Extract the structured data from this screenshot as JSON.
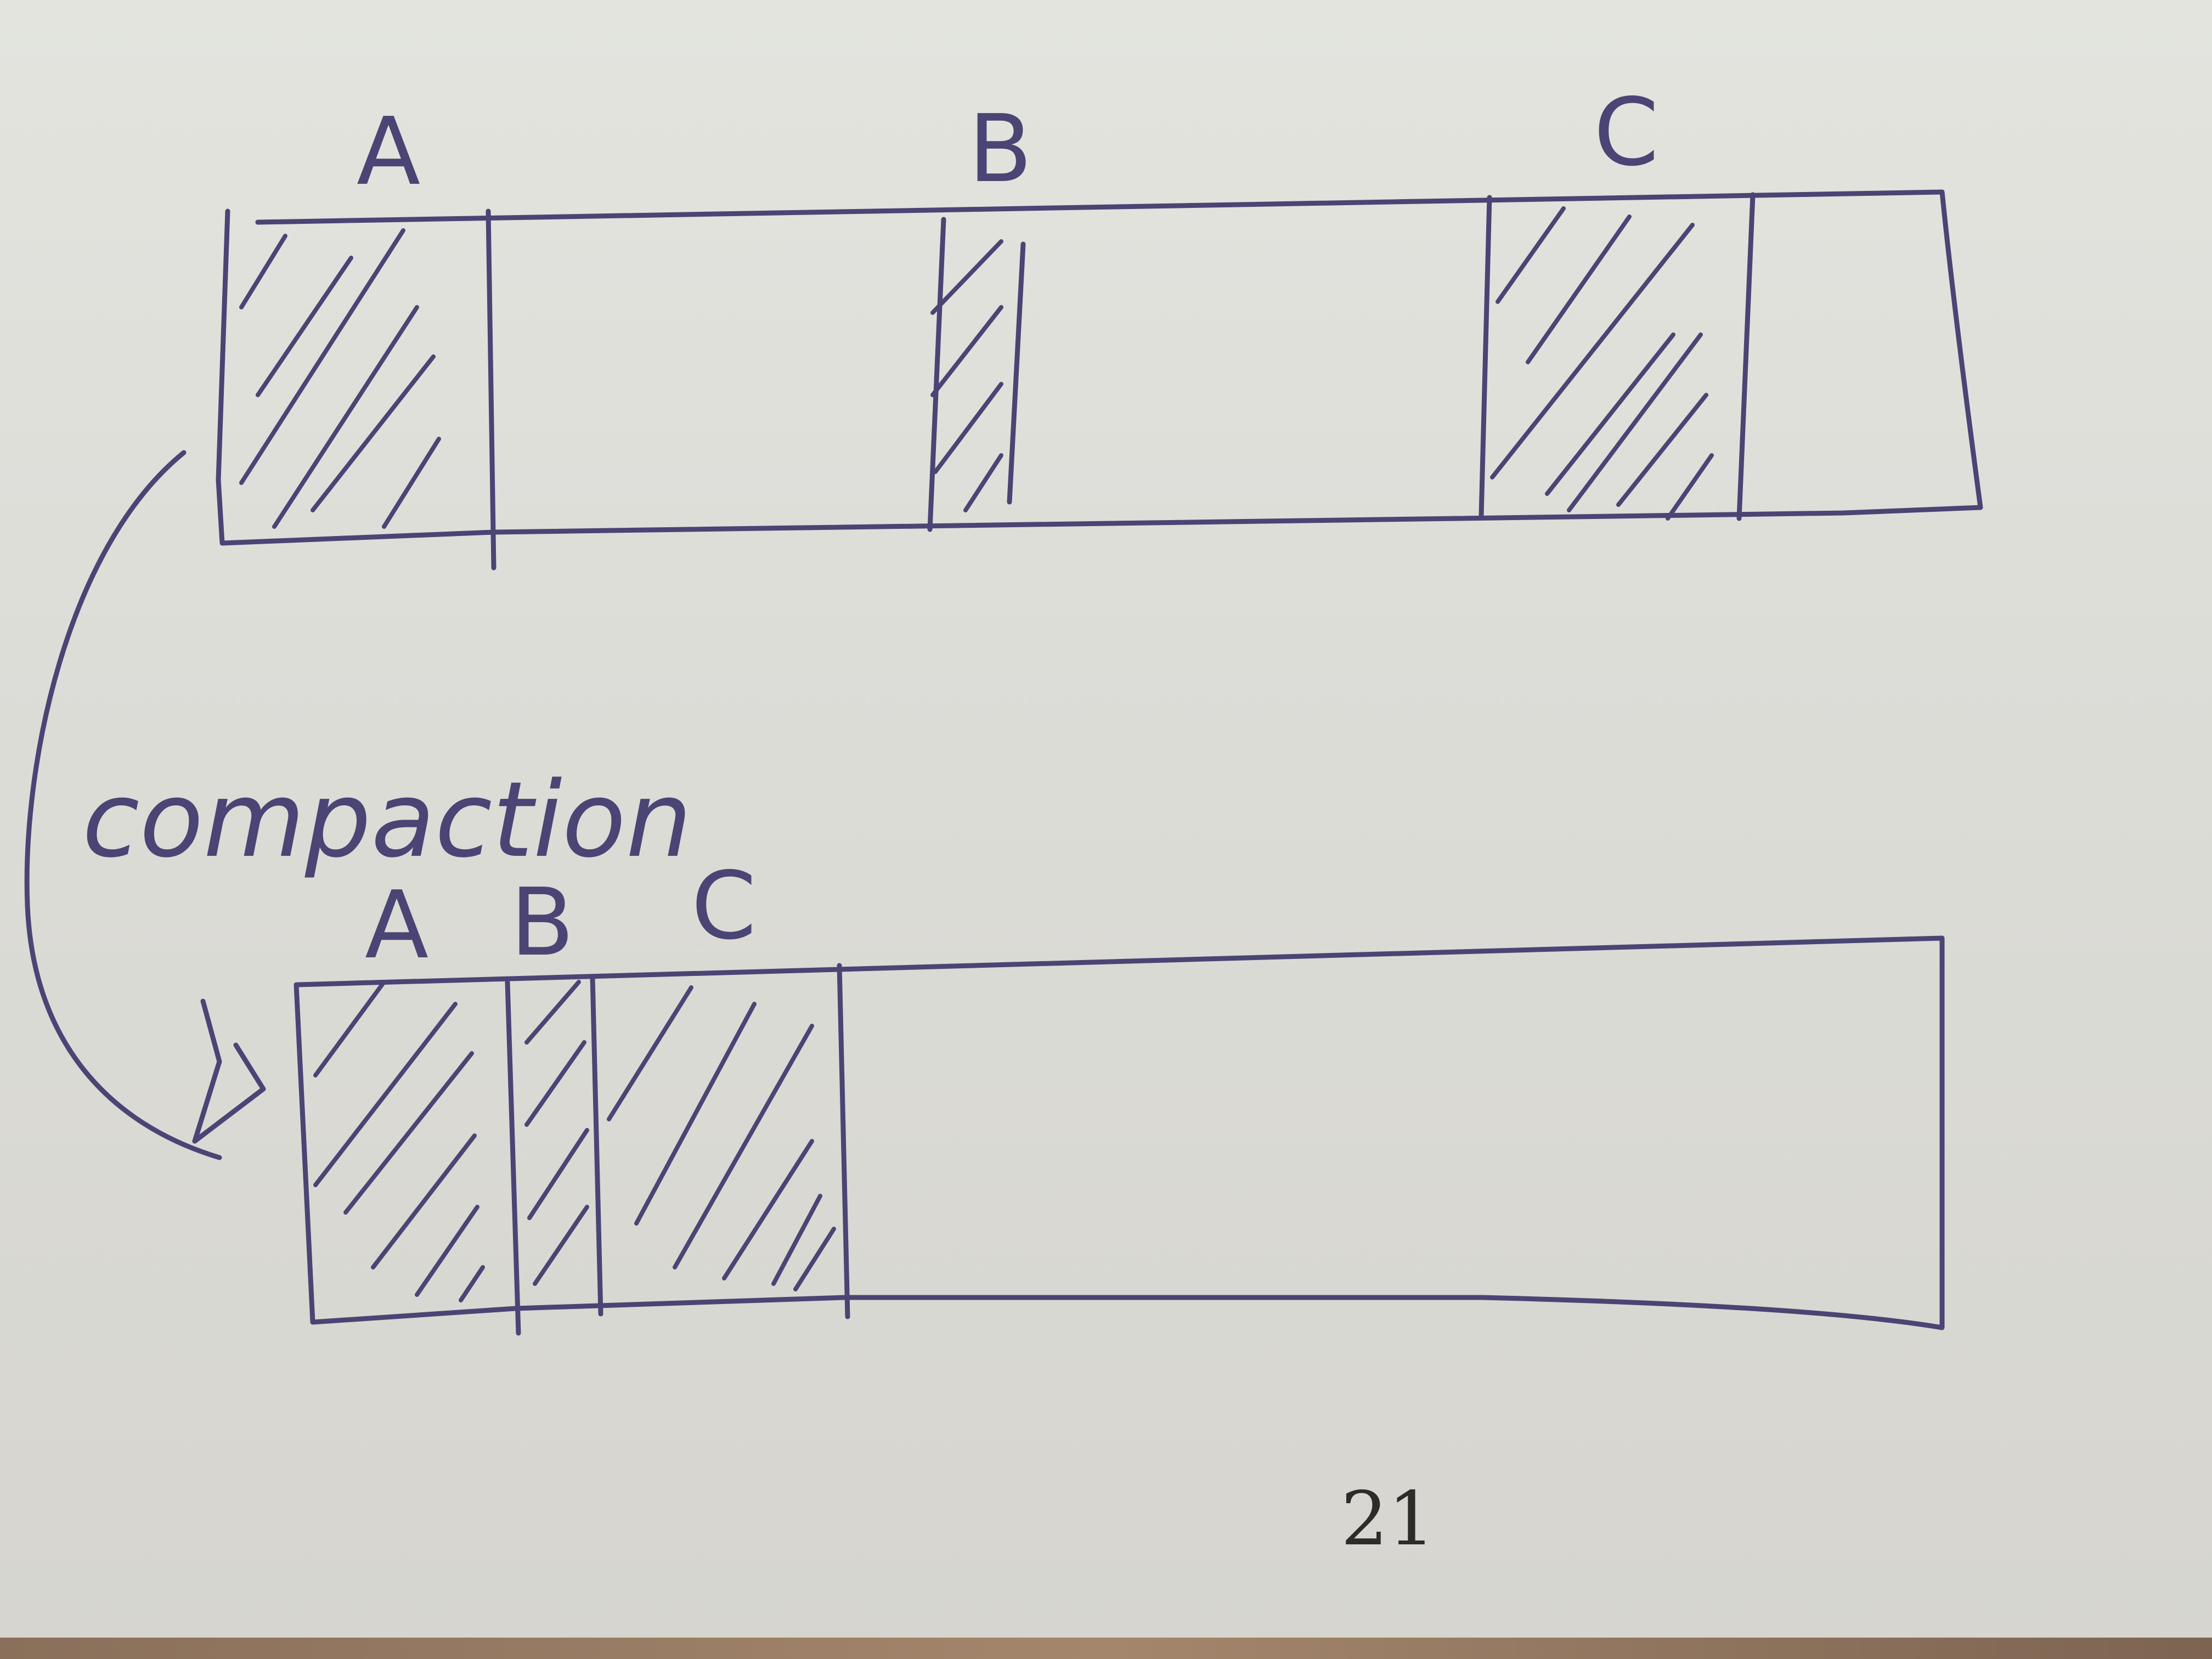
{
  "diagram": {
    "before": {
      "labels": [
        "A",
        "B",
        "C"
      ]
    },
    "process_label": "compaction",
    "after": {
      "labels": [
        "A",
        "B",
        "C"
      ]
    },
    "colors": {
      "ink": "#4a4574",
      "background": "#e0e1dc"
    }
  },
  "page_number": "21"
}
